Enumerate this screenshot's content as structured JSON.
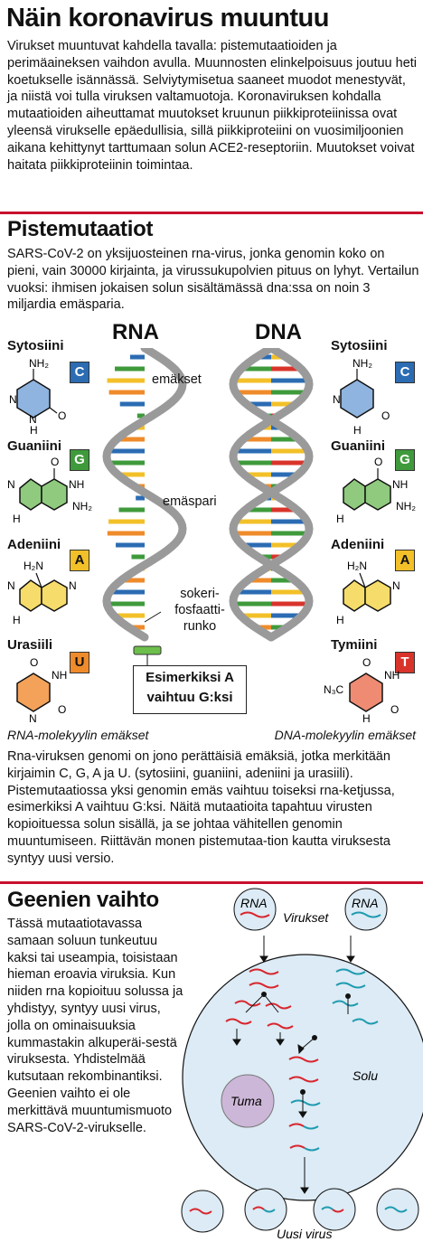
{
  "title": "Näin koronavirus muuntuu",
  "intro": "Virukset muuntuvat kahdella tavalla: pistemutaatioiden ja perimäaineksen vaihdon avulla. Muunnosten elinkelpoisuus joutuu heti koetukselle isännässä. Selviytymisetua saaneet muodot menestyvät, ja niistä voi tulla viruksen valtamuotoja. Koronaviruksen kohdalla mutaatioiden aiheuttamat muutokset kruunun piikkiproteiinissa ovat yleensä virukselle epäedullisia, sillä piikkiproteiini on vuosimiljoonien aikana kehittynyt tarttumaan solun ACE2-reseptoriin. Muutokset voivat haitata piikkiproteiinin toimintaa.",
  "section1": {
    "heading": "Pistemutaatiot",
    "text": "SARS-CoV-2 on yksijuosteinen rna-virus, jonka genomin koko on pieni, vain 30000 kirjainta, ja virussukupolvien pituus on lyhyt. Vertailun vuoksi: ihmisen jokaisen solun sisältämässä dna:ssa on noin 3 miljardia emäsparia.",
    "rna_title": "RNA",
    "dna_title": "DNA",
    "label_emakset": "emäkset",
    "label_emaspari": "emäspari",
    "label_runko_1": "sokeri-",
    "label_runko_2": "fosfaatti-",
    "label_runko_3": "runko",
    "example_1": "Esimerkiksi A",
    "example_2": "vaihtuu G:ksi",
    "rna_caption": "RNA-molekyylin emäkset",
    "dna_caption": "DNA-molekyylin emäkset",
    "rna_bases": [
      {
        "name": "Sytosiini",
        "letter": "C",
        "color": "#2b6cb3"
      },
      {
        "name": "Guaniini",
        "letter": "G",
        "color": "#3f9a3c"
      },
      {
        "name": "Adeniini",
        "letter": "A",
        "color": "#f2c028"
      },
      {
        "name": "Urasiili",
        "letter": "U",
        "color": "#ef8b2a"
      }
    ],
    "dna_bases": [
      {
        "name": "Sytosiini",
        "letter": "C",
        "color": "#2b6cb3"
      },
      {
        "name": "Guaniini",
        "letter": "G",
        "color": "#3f9a3c"
      },
      {
        "name": "Adeniini",
        "letter": "A",
        "color": "#f2c028"
      },
      {
        "name": "Tymiini",
        "letter": "T",
        "color": "#d9342b"
      }
    ],
    "chem": {
      "nh2": "NH₂",
      "n": "N",
      "h": "H",
      "o": "O",
      "nh": "NH",
      "h2n": "H₂N",
      "n3c": "N₃C"
    },
    "text2": "Rna-viruksen genomi on jono perättäisiä emäksiä, jotka merkitään kirjaimin C, G, A ja U. (sytosiini, guaniini, adeniini ja urasiili). Pistemutaatiossa yksi genomin emäs vaihtuu toiseksi rna-ketjussa, esimerkiksi A vaihtuu G:ksi. Näitä mutaatioita tapahtuu virusten kopioituessa solun sisällä, ja se johtaa vähitellen genomin muuntumiseen. Riittävän monen pistemutaa-tion kautta viruksesta syntyy uusi versio."
  },
  "section2": {
    "heading": "Geenien vaihto",
    "text": "Tässä mutaatiotavassa samaan soluun tunkeutuu kaksi tai useampia, toisistaan hieman eroavia viruksia. Kun niiden rna kopioituu solussa ja yhdistyy, syntyy uusi virus, jolla on ominaisuuksia kummastakin alkuperäi-sestä viruksesta. Yhdistelmää kutsutaan rekombinantiksi. Geenien vaihto ei ole merkittävä muuntumismuoto SARS-CoV-2-virukselle.",
    "rna1": "RNA",
    "rna2": "RNA",
    "virukset": "Virukset",
    "solu": "Solu",
    "tuma": "Tuma",
    "uusi_virus": "Uusi virus"
  },
  "colors": {
    "accent_red": "#c8102e",
    "rna_red": "#d9262e",
    "rna_teal": "#1f9bb0",
    "cell_fill": "#dcebf5",
    "nucleus_fill": "#cdb7d8"
  }
}
